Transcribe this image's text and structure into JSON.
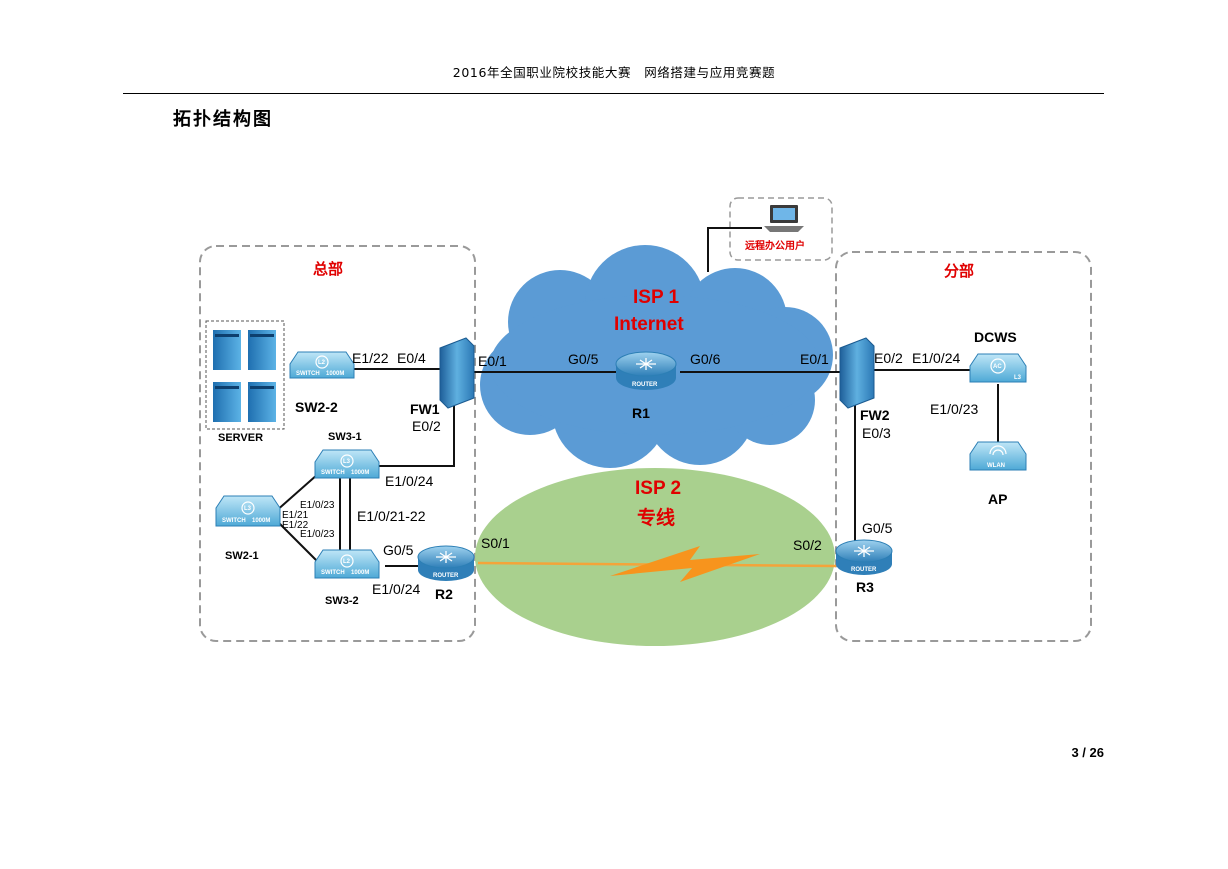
{
  "header": {
    "text": "2016年全国职业院校技能大赛　网络搭建与应用竞赛题"
  },
  "section_title": "拓扑结构图",
  "footer": {
    "page_number": "3 / 26"
  },
  "diagram": {
    "zones": {
      "hq": "总部",
      "branch": "分部"
    },
    "clouds": {
      "isp1_line1": "ISP 1",
      "isp1_line2": "Internet",
      "isp2_line1": "ISP 2",
      "isp2_line2": "专线"
    },
    "remote_user": "远程办公用户",
    "devices": {
      "server": "SERVER",
      "sw2_2": "SW2-2",
      "fw1": "FW1",
      "sw3_1": "SW3-1",
      "sw2_1": "SW2-1",
      "sw3_2": "SW3-2",
      "r2": "R2",
      "r1": "R1",
      "fw2": "FW2",
      "r3": "R3",
      "dcws": "DCWS",
      "ap": "AP"
    },
    "ports": {
      "sw22_e1_22": "E1/22",
      "fw1_e0_4": "E0/4",
      "fw1_e0_1": "E0/1",
      "fw1_e0_2": "E0/2",
      "r1_g0_5": "G0/5",
      "r1_g0_6": "G0/6",
      "fw2_e0_1": "E0/1",
      "fw2_e0_2": "E0/2",
      "fw2_e0_3": "E0/3",
      "dcws_e1_0_24": "E1/0/24",
      "dcws_e1_0_23": "E1/0/23",
      "sw31_e1_0_24": "E1/0/24",
      "sw3_e1_0_21_22": "E1/0/21-22",
      "sw31_e1_0_23": "E1/0/23",
      "sw21_e1_21": "E1/21",
      "sw21_e1_22": "E1/22",
      "sw32_e1_0_23": "E1/0/23",
      "r2_g0_5": "G0/5",
      "sw32_e1_0_24": "E1/0/24",
      "r2_s0_1": "S0/1",
      "r3_s0_2": "S0/2",
      "r3_g0_5": "G0/5"
    },
    "icon_text": {
      "switch": "SWITCH",
      "router": "ROUTER",
      "l2": "L2",
      "l3": "L3",
      "ac": "AC",
      "wlan": "WLAN",
      "speed": "1000M"
    }
  }
}
